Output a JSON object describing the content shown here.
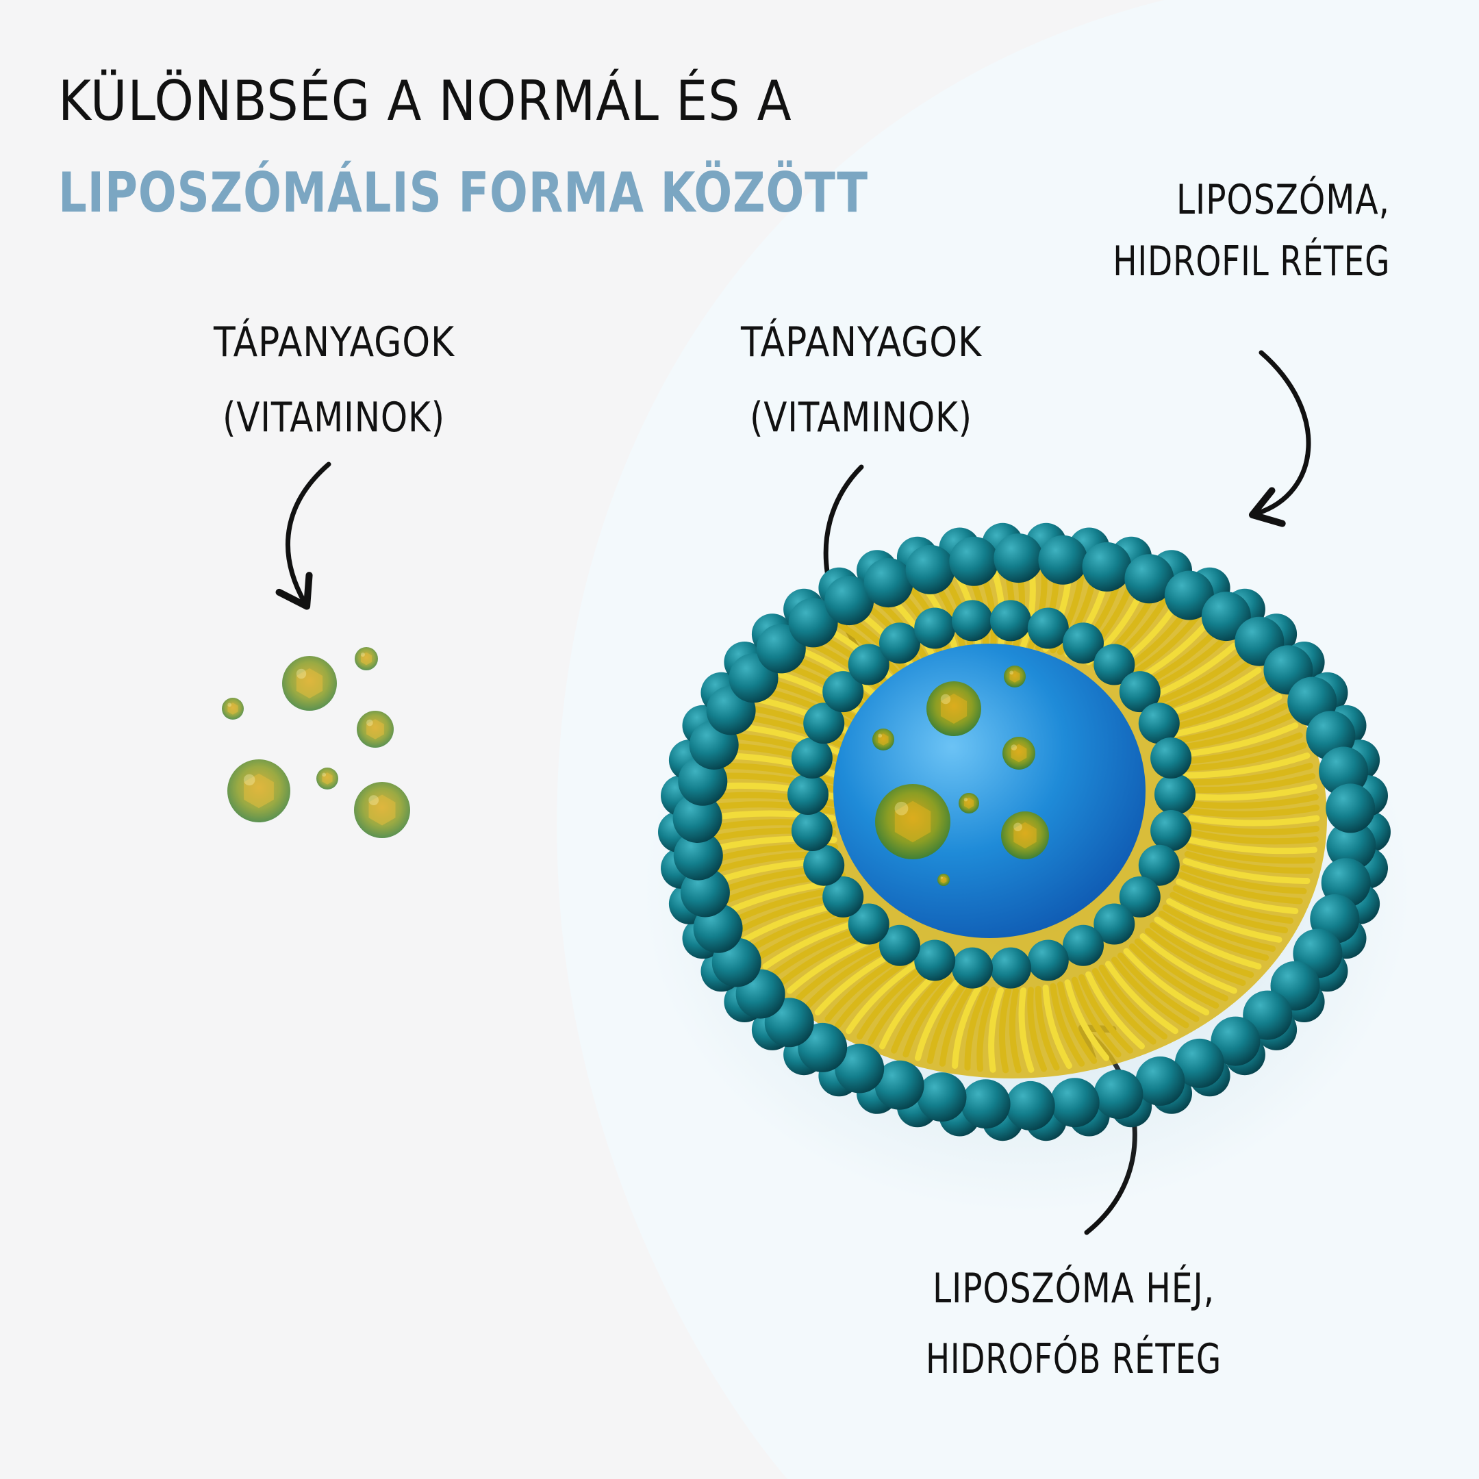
{
  "title": {
    "line1": "KÜLÖNBSÉG A NORMÁL ÉS A",
    "line2": "LIPOSZÓMÁLIS FORMA KÖZÖTT"
  },
  "labels": {
    "nutrients_left": {
      "line1": "TÁPANYAGOK",
      "line2": "(VITAMINOK)"
    },
    "nutrients_right": {
      "line1": "TÁPANYAGOK",
      "line2": "(VITAMINOK)"
    },
    "liposome_outer": {
      "line1": "LIPOSZÓMA,",
      "line2": "HIDROFIL RÉTEG"
    },
    "liposome_shell": {
      "line1": "LIPOSZÓMA HÉJ,",
      "line2": "HIDROFÓB RÉTEG"
    }
  },
  "colors": {
    "background": "#f5f5f6",
    "right_panel": "#f3f9fc",
    "title_text": "#111111",
    "title_accent": "#7ba6c2",
    "head_teal": "#137e8c",
    "tail_yellow": "#e9cb1e",
    "core_blue": "#1f8bd8",
    "nutrient_green": "#6a9a2a",
    "nutrient_gold": "#d6a51c",
    "arrow": "#111111"
  },
  "icons": [
    "curved-arrow-icon",
    "liposome-illustration",
    "nutrient-particle-icon"
  ]
}
